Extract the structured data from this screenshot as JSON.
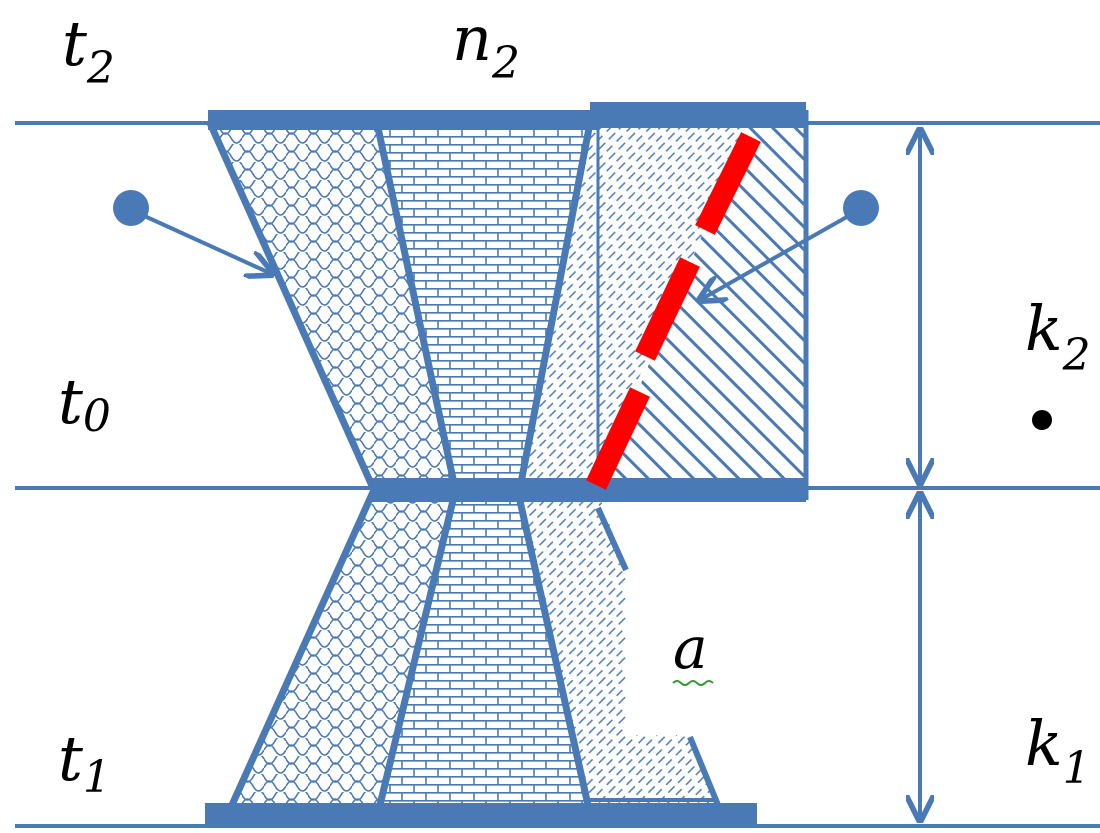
{
  "labels": {
    "t2": {
      "base": "t",
      "sub": "2"
    },
    "n2": {
      "base": "n",
      "sub": "2"
    },
    "t0": {
      "base": "t",
      "sub": "0"
    },
    "t1": {
      "base": "t",
      "sub": "1"
    },
    "k2": {
      "base": "k",
      "sub": "2"
    },
    "k1": {
      "base": "k",
      "sub": "1"
    },
    "a": "a"
  },
  "colors": {
    "line": "#4a7ab5",
    "red": "#ff0000",
    "hatch": "#4a7ab5",
    "text": "#000000"
  }
}
